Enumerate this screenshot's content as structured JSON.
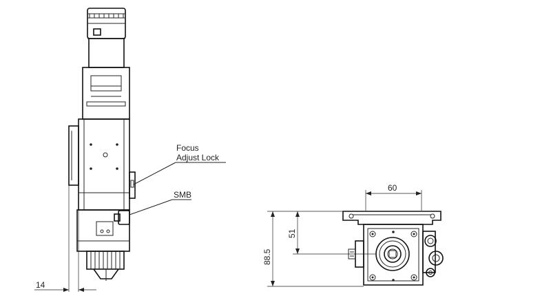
{
  "labels": {
    "focus_line1": "Focus",
    "focus_line2": "Adjust Lock",
    "smb": "SMB"
  },
  "dimensions": {
    "side_offset": "14",
    "width_top": "60",
    "height_total": "88.5",
    "height_partial": "51"
  }
}
